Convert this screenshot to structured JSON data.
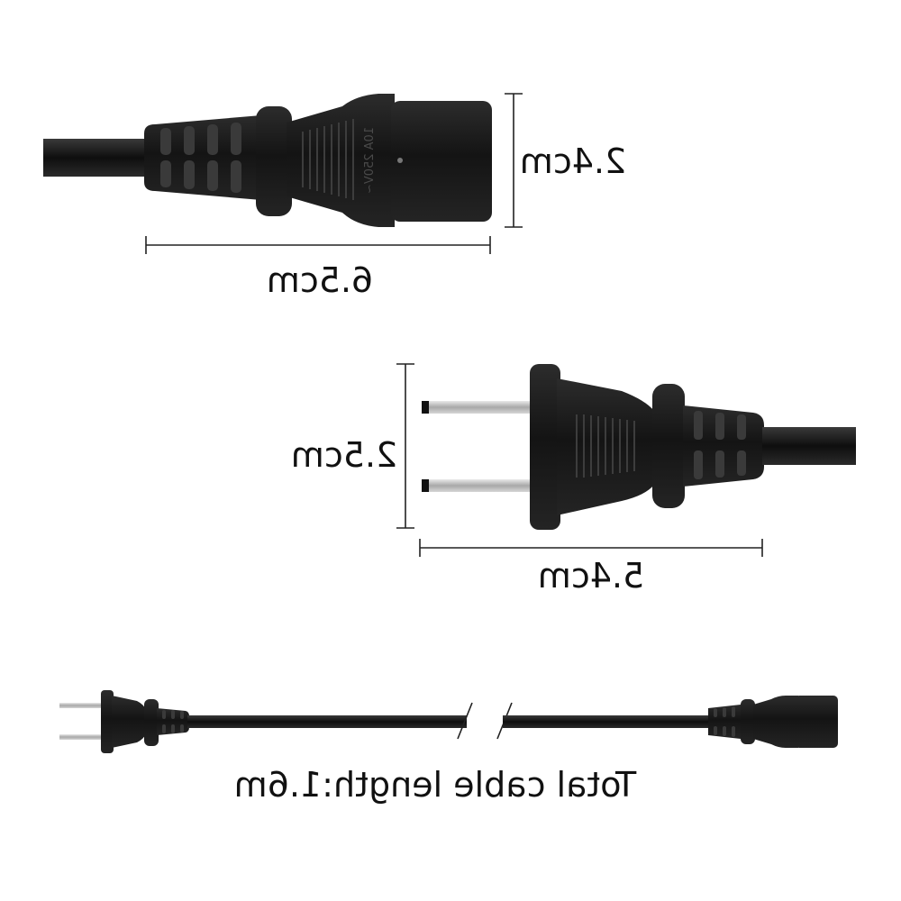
{
  "diagram": {
    "connector_dimensions": {
      "height_label": "2.4cm",
      "length_label": "6.5cm",
      "marking_text": "10A 250V~"
    },
    "plug_dimensions": {
      "height_label": "2.5cm",
      "length_label": "5.4cm"
    },
    "overview": {
      "total_length_label": "Total cable length:1.6m"
    }
  },
  "colors": {
    "plastic": "#1b1b1b",
    "highlight": "#3a3a3a",
    "prong": "#c9c9c9",
    "line": "#222222"
  }
}
